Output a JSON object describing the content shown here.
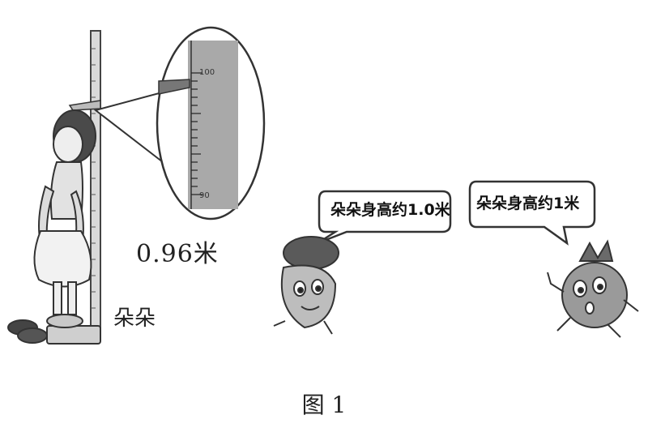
{
  "measurement_label": "0.96米",
  "girl_name": "朵朵",
  "ruler_ticks": {
    "upper": "100",
    "lower": "90"
  },
  "speech_1": "朵朵身高约1.0米",
  "speech_2": "朵朵身高约1米",
  "caption": "图 1"
}
